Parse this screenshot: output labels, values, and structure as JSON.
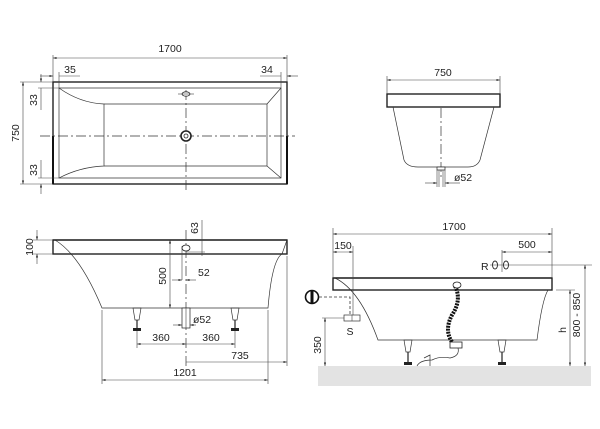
{
  "views": {
    "top": {
      "total_length": "1700",
      "left_rim": "35",
      "right_rim": "34",
      "width": "750",
      "top_rim": "33",
      "bottom_rim": "33"
    },
    "end": {
      "width": "750",
      "drain_diameter": "ø52"
    },
    "side": {
      "rim_height": "100",
      "overflow_offset": "63",
      "depth": "500",
      "overflow_to_drain": "52",
      "drain_diameter": "ø52",
      "leg_left": "360",
      "leg_right": "360",
      "drain_to_end": "735",
      "base_length": "1201"
    },
    "install": {
      "total_length": "1700",
      "siphon_offset": "150",
      "tap_offset": "500",
      "tap_label": "R",
      "siphon_label": "S",
      "siphon_height": "350",
      "height_label": "h",
      "total_height": "800 - 850"
    }
  },
  "colors": {
    "line": "#222222",
    "floor": "#e3e3e3",
    "background": "#ffffff"
  }
}
